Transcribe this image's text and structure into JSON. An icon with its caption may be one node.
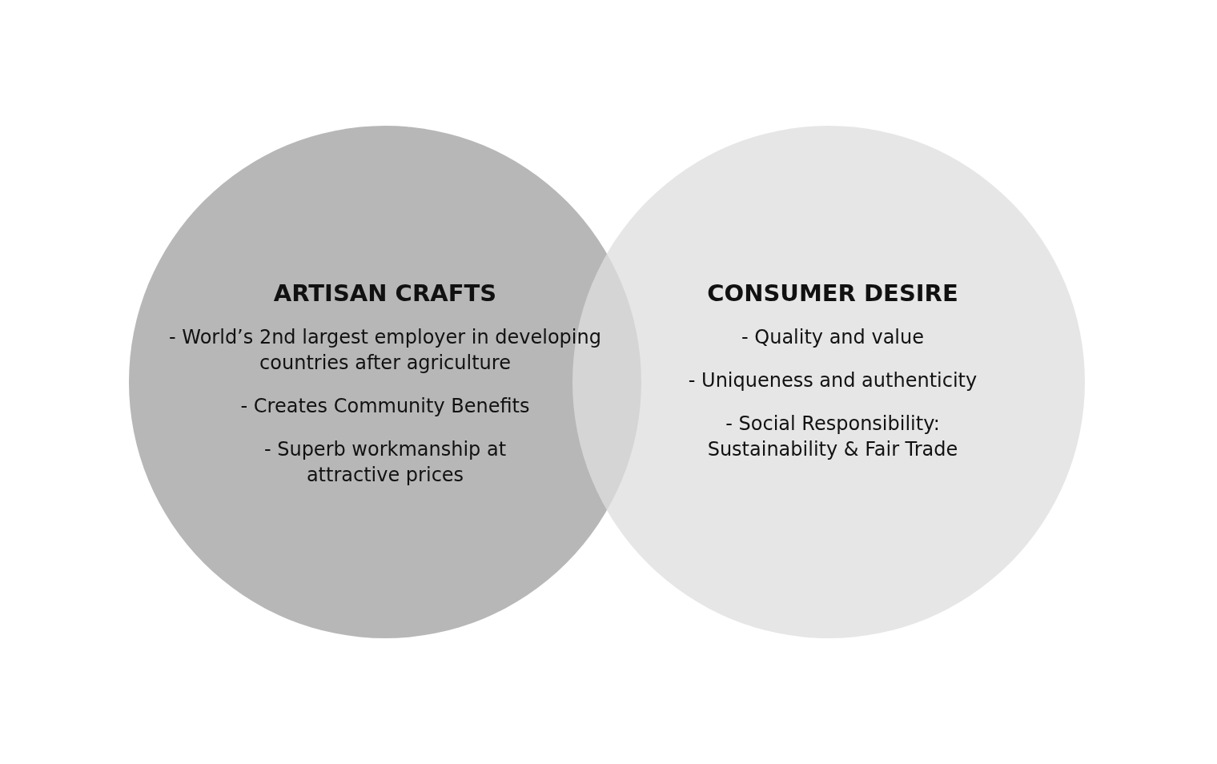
{
  "diagram": {
    "nodes": [
      {
        "text": [
          "ARTISAN CRAFTS",
          "- World’s 2nd largest employer in developing countries after agriculture",
          "- Creates Community Benefits",
          "- Superb workmanship at attractive prices"
        ]
      },
      {
        "text": [
          "CONSUMER DESIRE",
          "- Quality and value",
          "- Uniqueness and authenticity",
          "- Social Responsibility: Sustainability & Fair Trade"
        ]
      }
    ]
  }
}
